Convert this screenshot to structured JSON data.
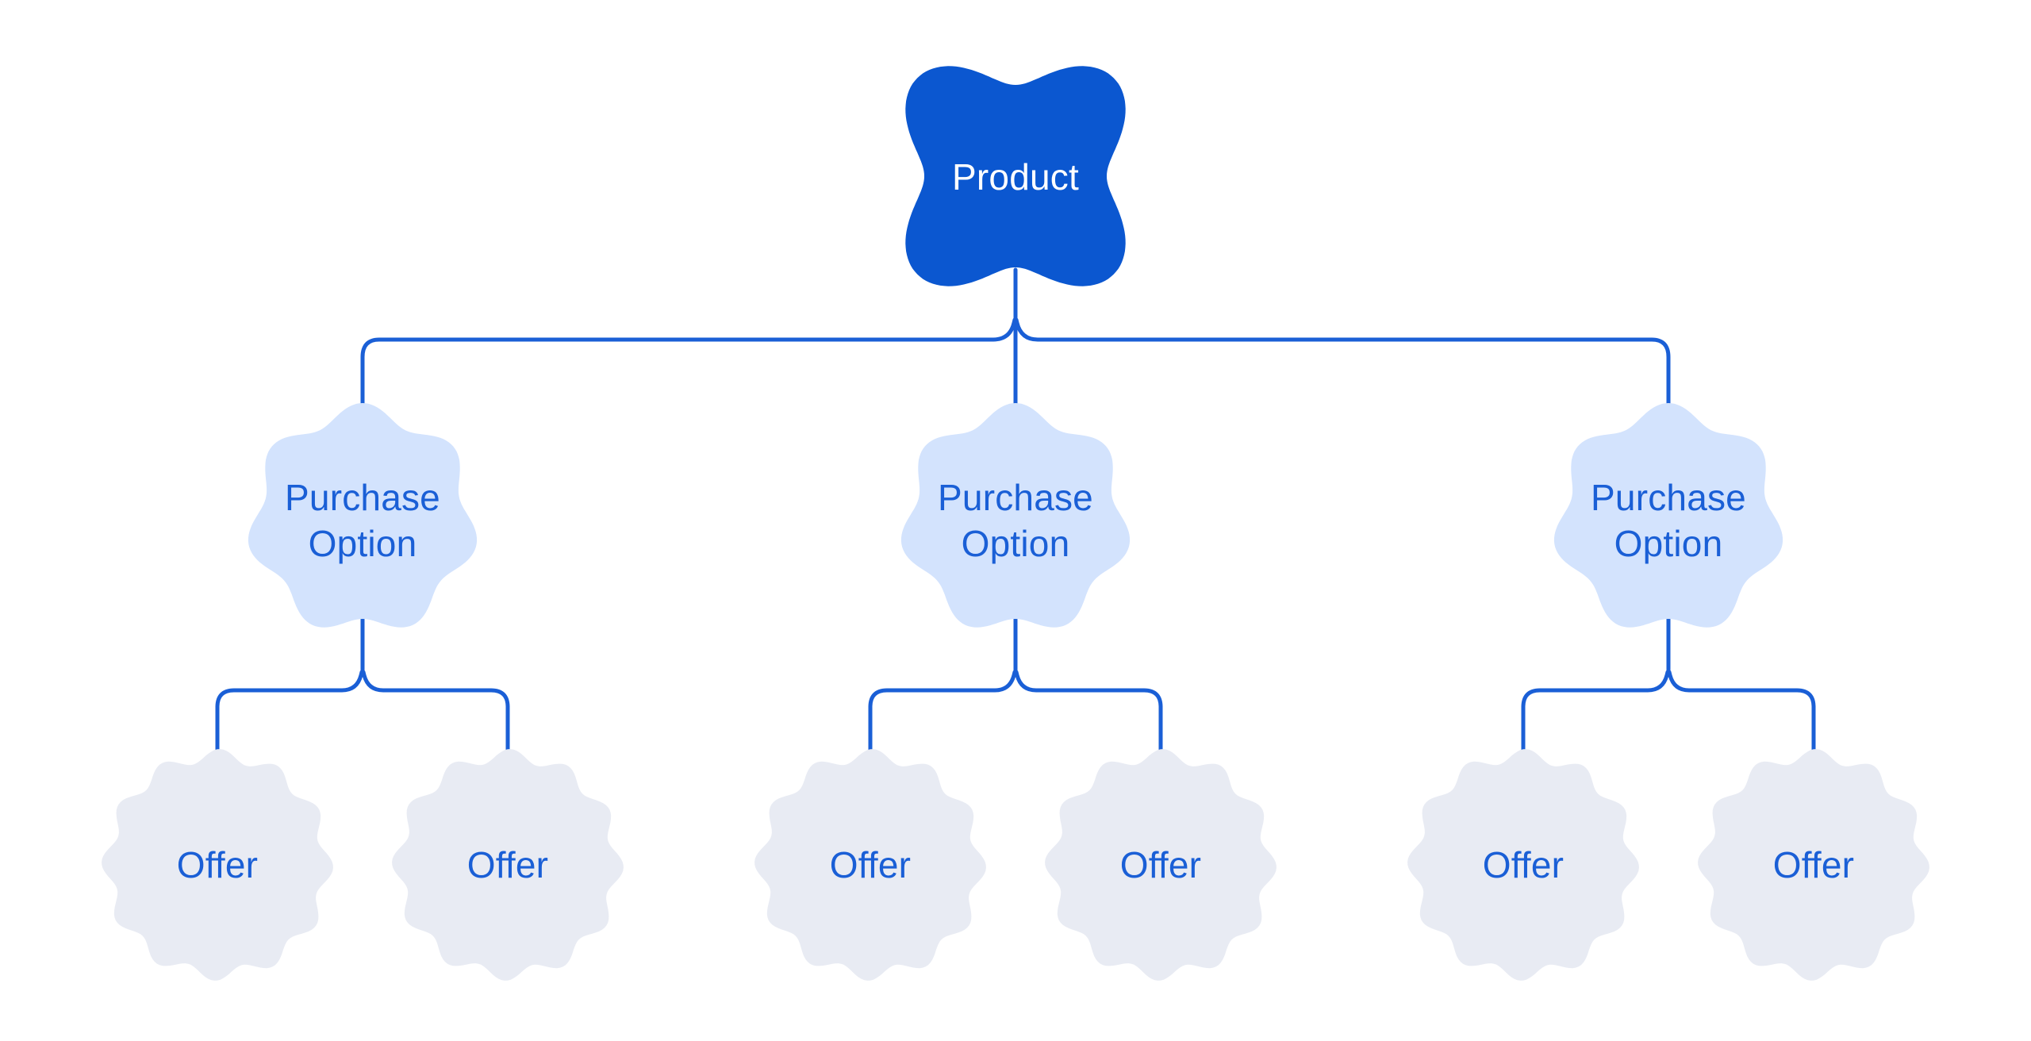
{
  "colors": {
    "background": "#ffffff",
    "product_fill": "#0b57d0",
    "product_text": "#ffffff",
    "purchase_fill": "#d3e3fd",
    "offer_fill": "#e8ebf3",
    "node_text": "#1a5fd6",
    "connector": "#1a5fd6"
  },
  "tree": {
    "root": {
      "label": "Product"
    },
    "purchase_options": [
      {
        "label_line1": "Purchase",
        "label_line2": "Option",
        "offers": [
          {
            "label": "Offer"
          },
          {
            "label": "Offer"
          }
        ]
      },
      {
        "label_line1": "Purchase",
        "label_line2": "Option",
        "offers": [
          {
            "label": "Offer"
          },
          {
            "label": "Offer"
          }
        ]
      },
      {
        "label_line1": "Purchase",
        "label_line2": "Option",
        "offers": [
          {
            "label": "Offer"
          },
          {
            "label": "Offer"
          }
        ]
      }
    ]
  }
}
